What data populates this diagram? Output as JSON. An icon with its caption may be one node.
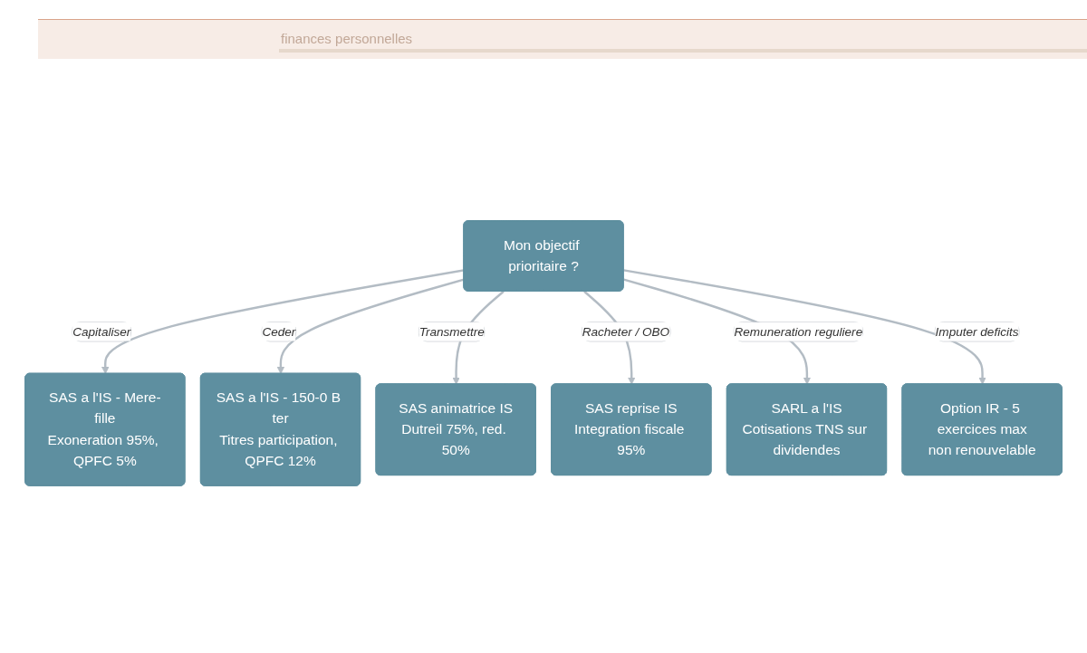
{
  "diagram": {
    "nodes": [
      {
        "text": [
          "Mon objectif prioritaire ?"
        ]
      },
      {
        "text": [
          "SAS a l'IS - Mere-fille",
          "Exoneration 95%, QPFC 5%"
        ]
      },
      {
        "text": [
          "SAS a l'IS - 150-0 B ter",
          "Titres participation, QPFC 12%"
        ]
      },
      {
        "text": [
          "SAS animatrice IS",
          "Dutreil 75%, red. 50%"
        ]
      },
      {
        "text": [
          "SAS reprise IS",
          "Integration fiscale 95%"
        ]
      },
      {
        "text": [
          "SARL a l'IS",
          "Cotisations TNS sur dividendes"
        ]
      },
      {
        "text": [
          "Option IR - 5 exercices max",
          "non renouvelable"
        ]
      }
    ],
    "edges": [
      {
        "from": 0,
        "to": 1,
        "arrow": "to",
        "label": "Capitaliser"
      },
      {
        "from": 0,
        "to": 2,
        "arrow": "to",
        "label": "Ceder"
      },
      {
        "from": 0,
        "to": 3,
        "arrow": "to",
        "label": "Transmettre"
      },
      {
        "from": 0,
        "to": 4,
        "arrow": "to",
        "label": "Racheter / OBO"
      },
      {
        "from": 0,
        "to": 5,
        "arrow": "to",
        "label": "Remuneration reguliere"
      },
      {
        "from": 0,
        "to": 6,
        "arrow": "to",
        "label": "Imputer deficits"
      }
    ],
    "labels": [
      "finances personnelles"
    ]
  }
}
